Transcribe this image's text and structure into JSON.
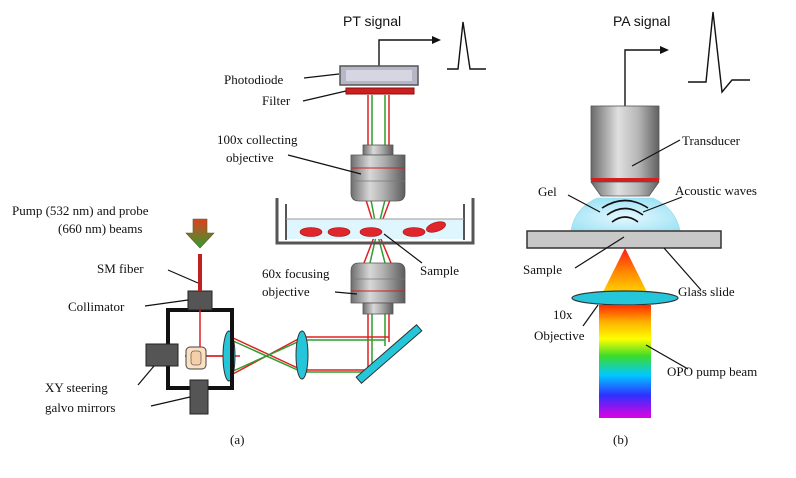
{
  "panel_a": {
    "caption": "(a)",
    "labels": {
      "pt_signal": "PT signal",
      "photodiode": "Photodiode",
      "filter": "Filter",
      "collecting_obj_1": "100x collecting",
      "collecting_obj_2": "objective",
      "beams_1": "Pump (532 nm) and probe",
      "beams_2": "(660 nm) beams",
      "sm_fiber": "SM fiber",
      "collimator": "Collimator",
      "focusing_obj_1": "60x focusing",
      "focusing_obj_2": "objective",
      "sample": "Sample",
      "galvo_1": "XY steering",
      "galvo_2": "galvo mirrors"
    }
  },
  "panel_b": {
    "caption": "(b)",
    "labels": {
      "pa_signal": "PA signal",
      "transducer": "Transducer",
      "gel": "Gel",
      "acoustic_waves": "Acoustic waves",
      "sample": "Sample",
      "glass_slide": "Glass slide",
      "objective_1": "10x",
      "objective_2": "Objective",
      "opo_beam": "OPO pump beam"
    }
  },
  "colors": {
    "pump_beam": "#e02020",
    "probe_beam": "#2e9e2e",
    "lens": "#26c6da",
    "objective_body": "#a8a8a8",
    "slide": "#c8c8c8"
  }
}
